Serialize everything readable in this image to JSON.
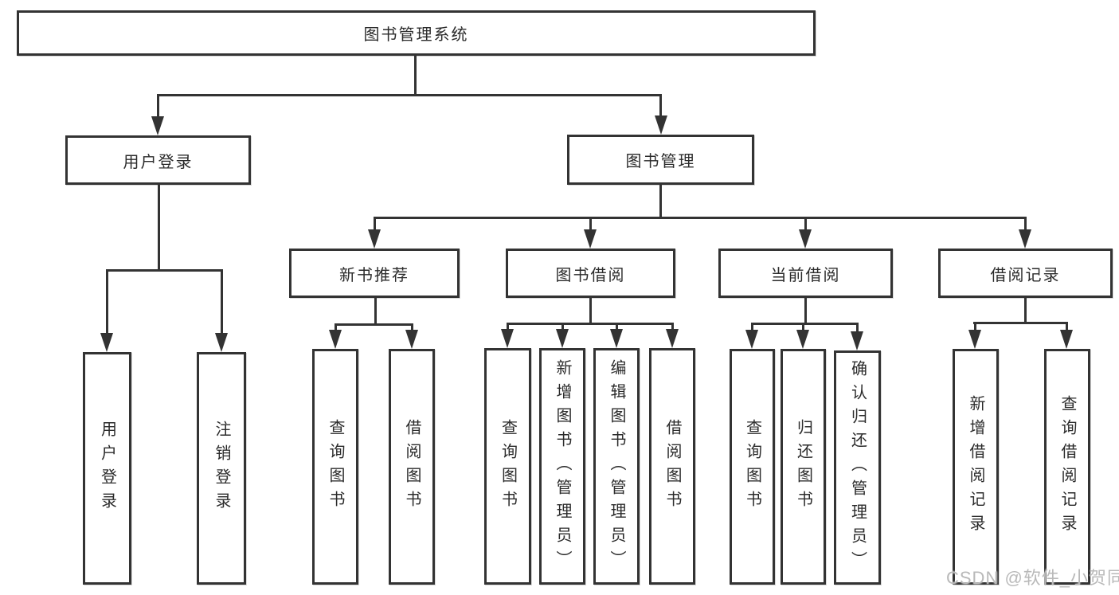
{
  "tree": {
    "root": "图书管理系统",
    "branches": [
      {
        "label": "用户登录",
        "children": [
          "用户登录",
          "注销登录"
        ]
      },
      {
        "label": "图书管理",
        "children": [
          {
            "label": "新书推荐",
            "children": [
              "查询图书",
              "借阅图书"
            ]
          },
          {
            "label": "图书借阅",
            "children": [
              "查询图书",
              "新增图书（管理员）",
              "编辑图书（管理员）",
              "借阅图书"
            ]
          },
          {
            "label": "当前借阅",
            "children": [
              "查询图书",
              "归还图书",
              "确认归还（管理员）"
            ]
          },
          {
            "label": "借阅记录",
            "children": [
              "新增借阅记录",
              "查询借阅记录"
            ]
          }
        ]
      }
    ]
  },
  "watermark": "CSDN @软件_小贺同学",
  "colors": {
    "line": "#333333",
    "text": "#2b2b2b",
    "watermark": "#b9b9b9",
    "background": "#ffffff"
  }
}
